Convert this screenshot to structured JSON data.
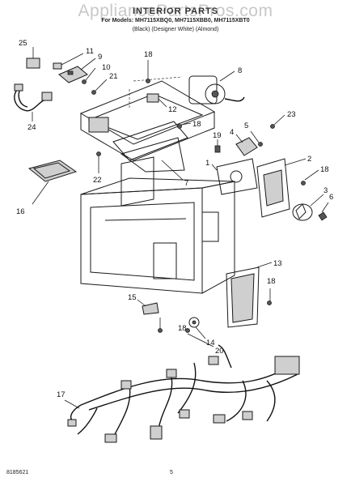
{
  "header": {
    "watermark": "AppliancePartsPros.com",
    "title": "INTERIOR PARTS",
    "models": "For Models: MH7115XBQ0, MH7115XBB0, MH7115XBT0",
    "colors": "(Black)   (Designer White)   (Almond)"
  },
  "callouts": [
    "25",
    "11",
    "9",
    "10",
    "21",
    "18",
    "8",
    "12",
    "24",
    "23",
    "18",
    "19",
    "4",
    "5",
    "1",
    "2",
    "22",
    "7",
    "18",
    "3",
    "6",
    "16",
    "13",
    "18",
    "15",
    "18",
    "14",
    "20",
    "17"
  ],
  "footer": {
    "code": "8185621",
    "page": "5"
  }
}
